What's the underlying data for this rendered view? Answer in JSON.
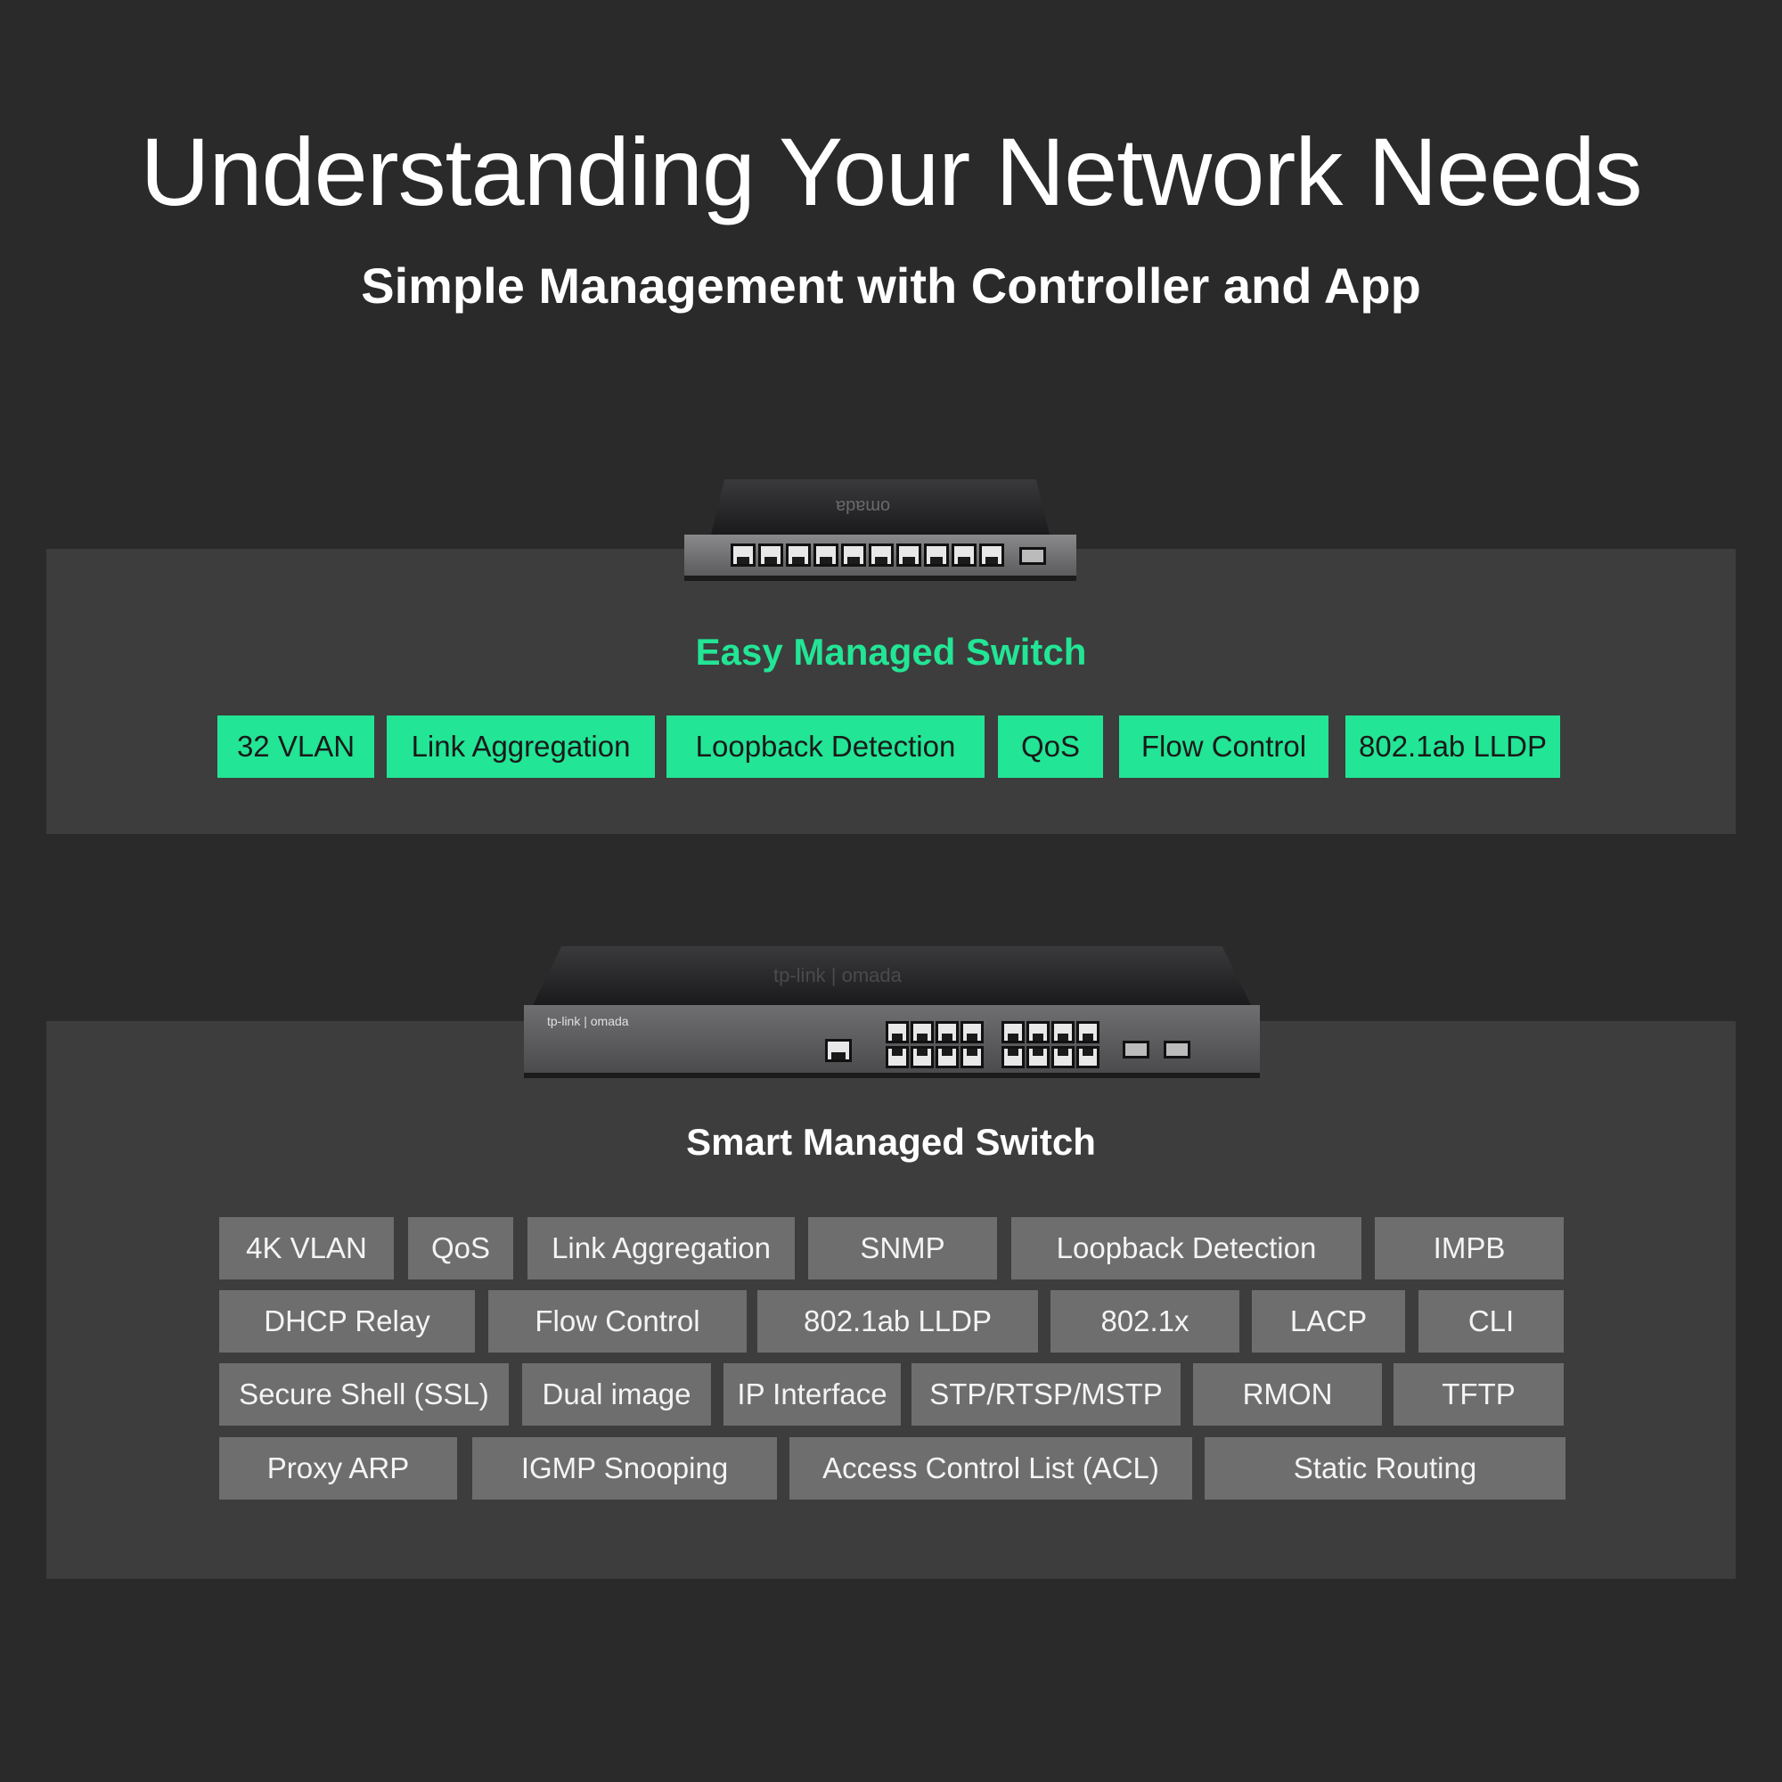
{
  "header": {
    "title": "Understanding Your Network Needs",
    "subtitle": "Simple Management with Controller and App"
  },
  "colors": {
    "background": "#2a2a2a",
    "panel": "#3d3d3d",
    "accent_green": "#22e595",
    "smart_tag": "#6e6e6e"
  },
  "easy_switch": {
    "title": "Easy Managed Switch",
    "logo_text": "omada",
    "features": [
      "32 VLAN",
      "Link Aggregation",
      "Loopback Detection",
      "QoS",
      "Flow Control",
      "802.1ab LLDP"
    ]
  },
  "smart_switch": {
    "title": "Smart Managed Switch",
    "logo_text": "tp-link | omada",
    "features": [
      [
        "4K VLAN",
        "QoS",
        "Link Aggregation",
        "SNMP",
        "Loopback Detection",
        "IMPB"
      ],
      [
        "DHCP Relay",
        "Flow Control",
        "802.1ab LLDP",
        "802.1x",
        "LACP",
        "CLI"
      ],
      [
        "Secure Shell (SSL)",
        "Dual image",
        "IP Interface",
        "STP/RTSP/MSTP",
        "RMON",
        "TFTP"
      ],
      [
        "Proxy ARP",
        "IGMP Snooping",
        "Access Control List (ACL)",
        "Static Routing"
      ]
    ]
  }
}
